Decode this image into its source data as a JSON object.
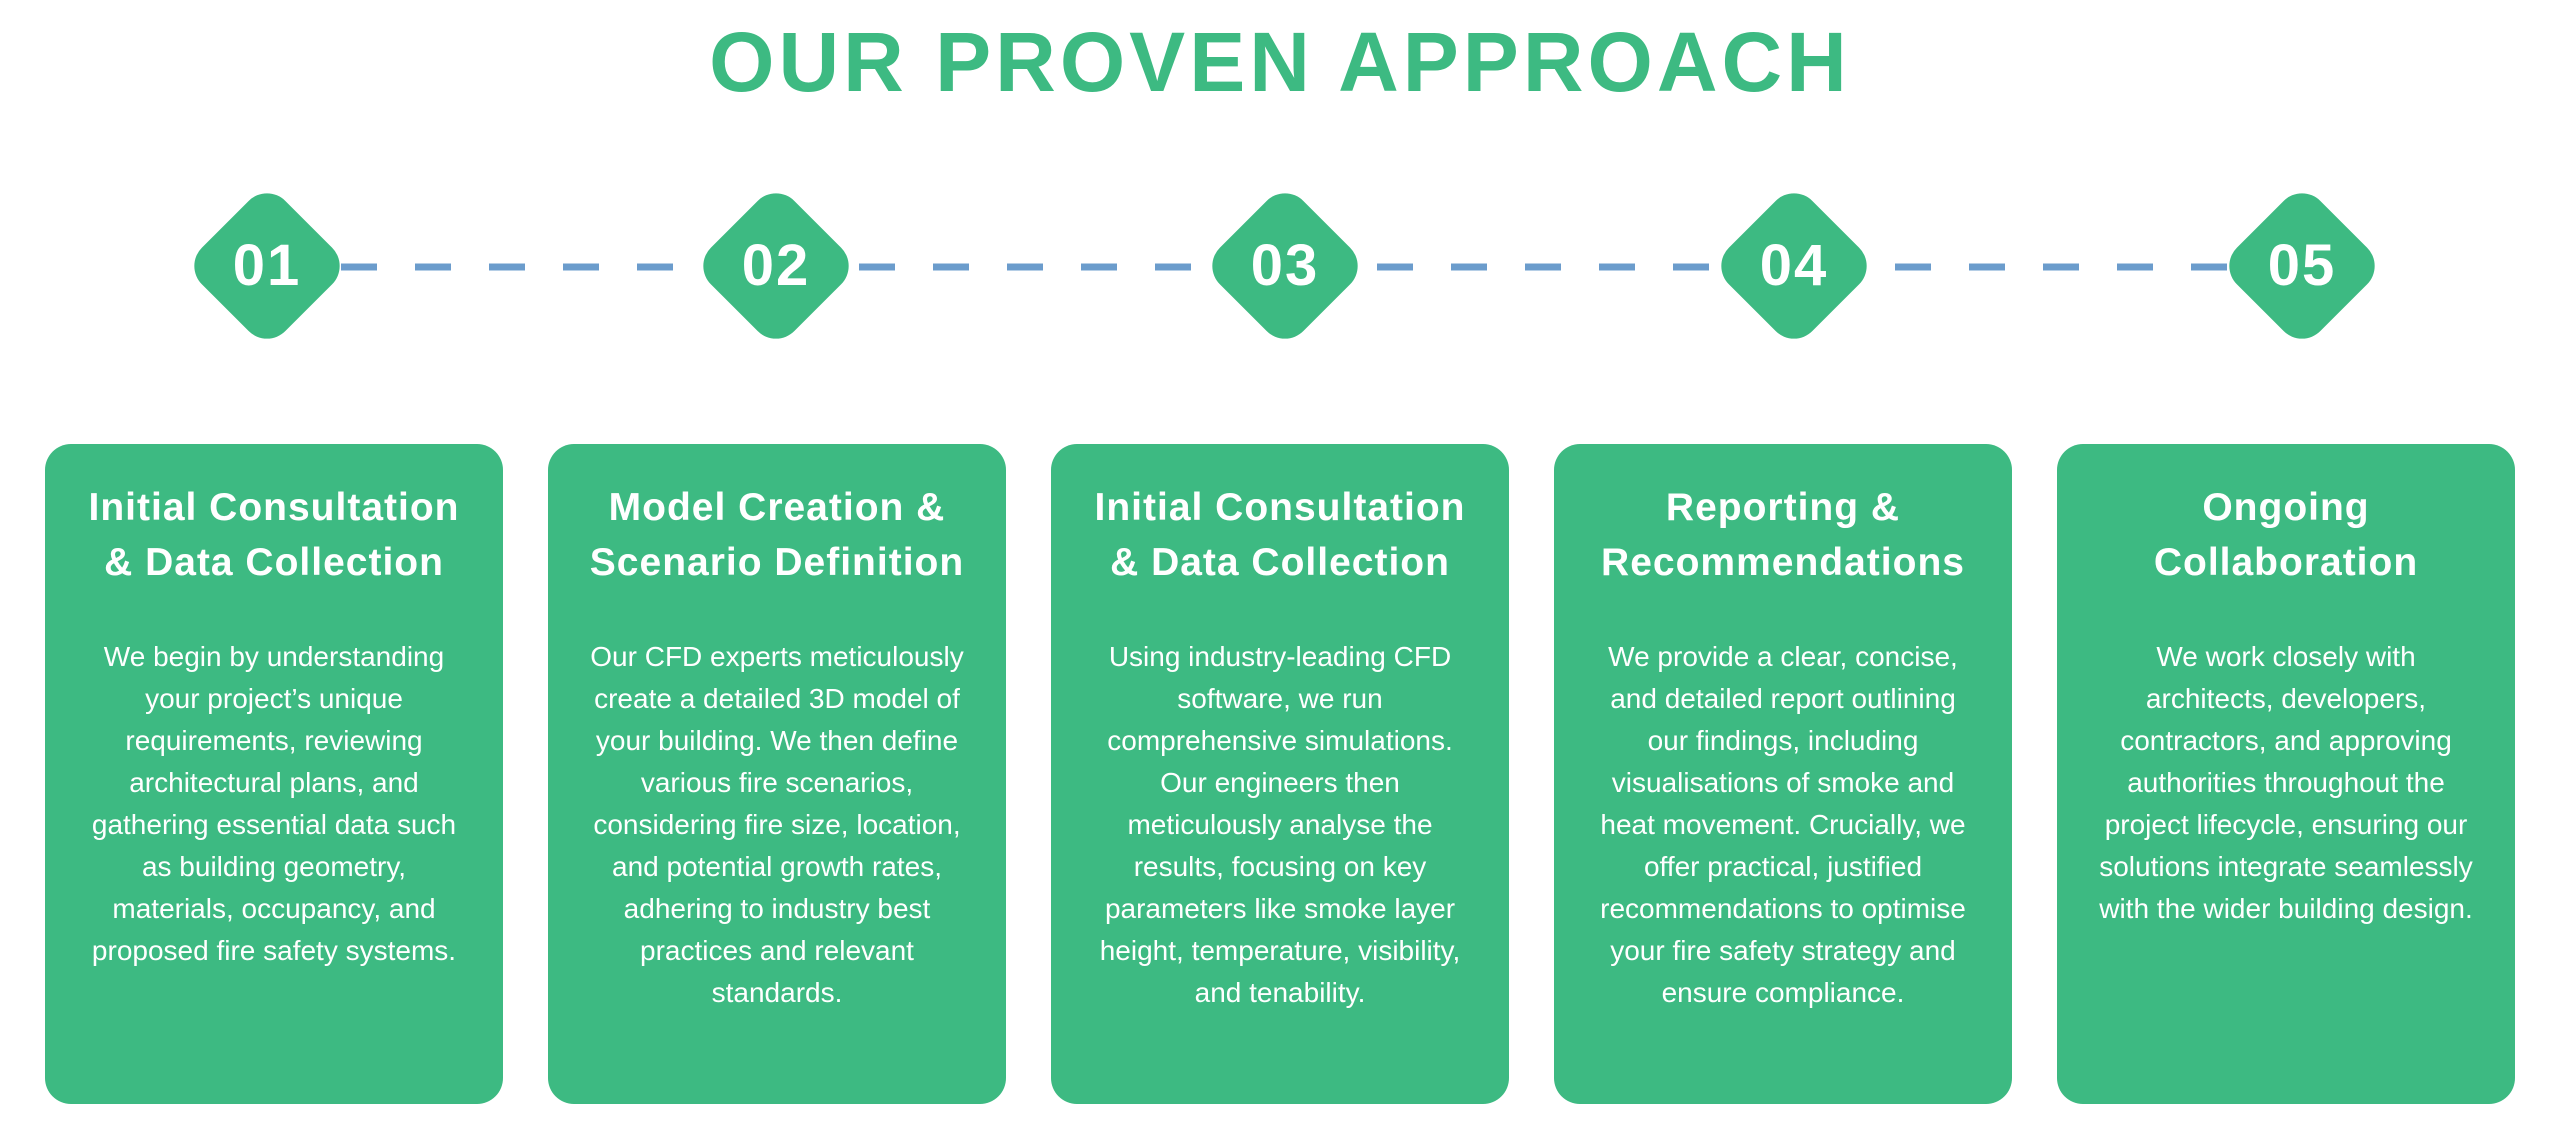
{
  "page": {
    "title": "OUR PROVEN APPROACH"
  },
  "colors": {
    "brand_green": "#3dba82",
    "connector_blue": "#6b9ccc",
    "card_text": "#ffffff"
  },
  "steps": [
    {
      "number": "01",
      "title": "Initial Consultation & Data Collection",
      "body": "We begin by understanding your project’s unique requirements, reviewing architectural plans, and gathering essential data such as building geometry, materials, occupancy, and proposed fire safety systems."
    },
    {
      "number": "02",
      "title": "Model Creation & Scenario Definition",
      "body": "Our CFD experts meticulously create a detailed 3D model of your building. We then define various fire scenarios, considering fire size, location, and potential growth rates, adhering to industry best practices and relevant standards."
    },
    {
      "number": "03",
      "title": "Initial Consultation & Data Collection",
      "body": "Using industry-leading CFD software, we run comprehensive simulations. Our engineers then meticulously analyse the results, focusing on key parameters like smoke layer height, temperature, visibility, and tenability."
    },
    {
      "number": "04",
      "title": "Reporting & Recommendations",
      "body": "We provide a clear, concise, and detailed report outlining our findings, including visualisations of smoke and heat movement. Crucially, we offer practical, justified recommendations to optimise your fire safety strategy and ensure compliance."
    },
    {
      "number": "05",
      "title": "Ongoing Collaboration",
      "body": "We work closely with architects, developers, contractors, and approving authorities throughout the project lifecycle, ensuring our solutions integrate seamlessly with the wider building design."
    }
  ]
}
